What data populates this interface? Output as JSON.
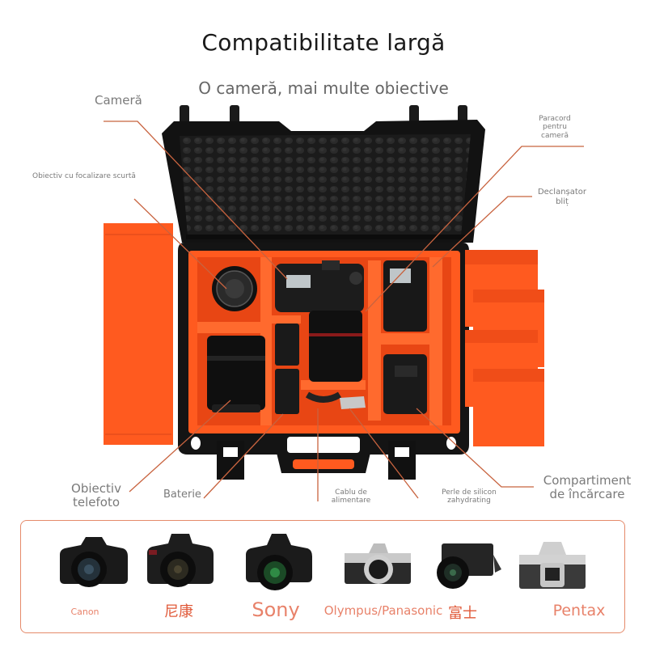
{
  "header": {
    "title": "Compatibilitate largă",
    "subtitle": "O cameră, mai multe obiective"
  },
  "callouts": {
    "camera": "Cameră",
    "short_lens": "Obiectiv cu focalizare scurtă",
    "paracord": [
      "Paracord",
      "pentru",
      "cameră"
    ],
    "flash_trigger": [
      "Declanșator",
      "bliț"
    ],
    "telephoto": [
      "Obiectiv",
      "telefoto"
    ],
    "battery": "Baterie",
    "power_cable": [
      "Cablu de",
      "alimentare"
    ],
    "silica": [
      "Perle de silicon",
      "zahydrating"
    ],
    "charging": [
      "Compartiment",
      "de încărcare"
    ]
  },
  "colors": {
    "accent": "#ff5a1f",
    "leader": "#c8633f",
    "brand_text": "#e8826a",
    "case_black": "#141414"
  },
  "brands": [
    {
      "label": "Canon",
      "icon": "dslr-camera"
    },
    {
      "label": "尼康",
      "icon": "dslr-camera"
    },
    {
      "label": "Sony",
      "icon": "dslr-camera"
    },
    {
      "label": "Olympus/Panasonic",
      "icon": "mirrorless-camera"
    },
    {
      "label": "富士",
      "icon": "mirrorless-camera"
    },
    {
      "label": "Pentax",
      "icon": "dslr-body"
    }
  ]
}
